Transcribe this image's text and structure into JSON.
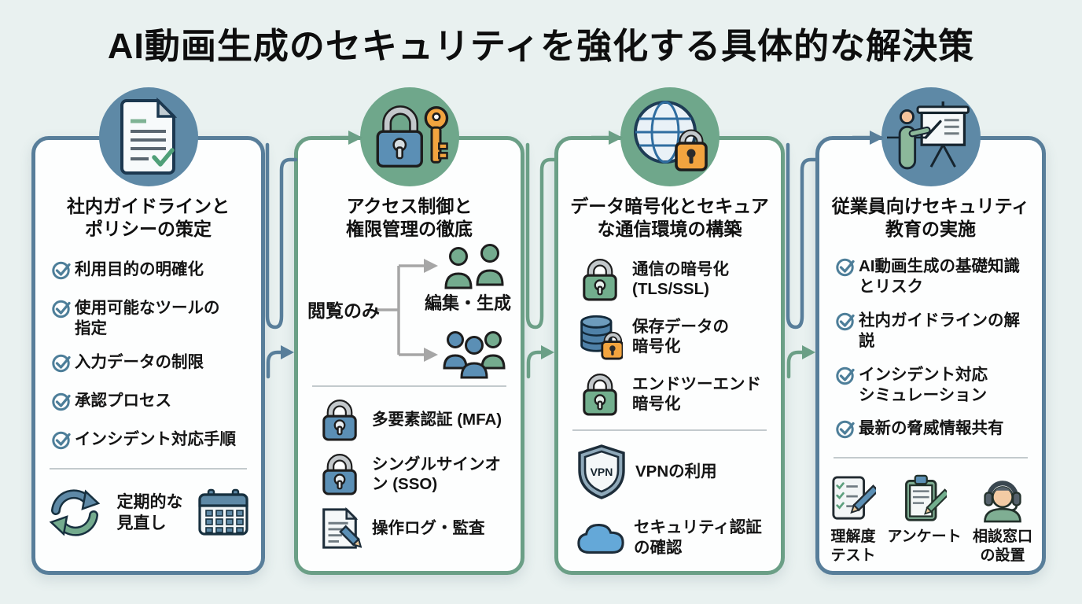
{
  "page_title": "AI動画生成のセキュリティを強化する具体的な解決策",
  "colors": {
    "background": "#e9f1f0",
    "card_background": "#fdfefe",
    "accent_blue": "#587e9a",
    "accent_green": "#6b9f86",
    "badge_blue": "#5e89a6",
    "badge_green": "#6fa78b",
    "check_icon": "#4d7e99",
    "lock_blue": "#5b8fb5",
    "lock_green": "#72ae8d",
    "orange": "#f2a43f",
    "branch_gray": "#a6a6a6",
    "text": "#141414"
  },
  "columns": [
    {
      "icon": "document-check-icon",
      "title": "社内ガイドラインと\nポリシーの策定",
      "checklist": [
        "利用目的の明確化",
        "使用可能なツールの\n指定",
        "入力データの制限",
        "承認プロセス",
        "インシデント対応手順"
      ],
      "footer": {
        "left_icon": "refresh-cycle-icon",
        "label": "定期的な\n見直し",
        "right_icon": "calendar-icon"
      }
    },
    {
      "icon": "lock-key-icon",
      "title": "アクセス制御と\n権限管理の徹底",
      "branch": {
        "source_label": "閲覧のみ",
        "top_group_icon": "people-pair-icon",
        "top_group_label": "編集・生成",
        "bottom_group_icon": "people-trio-icon"
      },
      "items": [
        {
          "icon": "padlock-blue-icon",
          "text": "多要素認証 (MFA)"
        },
        {
          "icon": "padlock-blue-icon",
          "text": "シングルサインオ\nン (SSO)"
        },
        {
          "icon": "audit-log-icon",
          "text": "操作ログ・監査"
        }
      ]
    },
    {
      "icon": "globe-lock-icon",
      "title": "データ暗号化とセキュア\nな通信環境の構築",
      "items": [
        {
          "icon": "padlock-green-icon",
          "text": "通信の暗号化\n(TLS/SSL)"
        },
        {
          "icon": "database-lock-icon",
          "text": "保存データの\n暗号化"
        },
        {
          "icon": "padlock-green-icon",
          "text": "エンドツーエンド\n暗号化"
        }
      ],
      "items_lower": [
        {
          "icon": "vpn-shield-icon",
          "text": "VPNの利用"
        },
        {
          "icon": "cloud-icon",
          "text": "セキュリティ認証\nの確認"
        }
      ],
      "vpn_badge_text": "VPN"
    },
    {
      "icon": "presenter-icon",
      "title": "従業員向けセキュリティ\n教育の実施",
      "checklist": [
        "AI動画生成の基礎知識\nとリスク",
        "社内ガイドラインの解説",
        "インシデント対応\nシミュレーション",
        "最新の脅威情報共有"
      ],
      "footer_items": [
        {
          "icon": "comprehension-test-icon",
          "label": "理解度\nテスト"
        },
        {
          "icon": "survey-clipboard-icon",
          "label": "アンケート"
        },
        {
          "icon": "help-desk-icon",
          "label": "相談窓口\nの設置"
        }
      ]
    }
  ]
}
